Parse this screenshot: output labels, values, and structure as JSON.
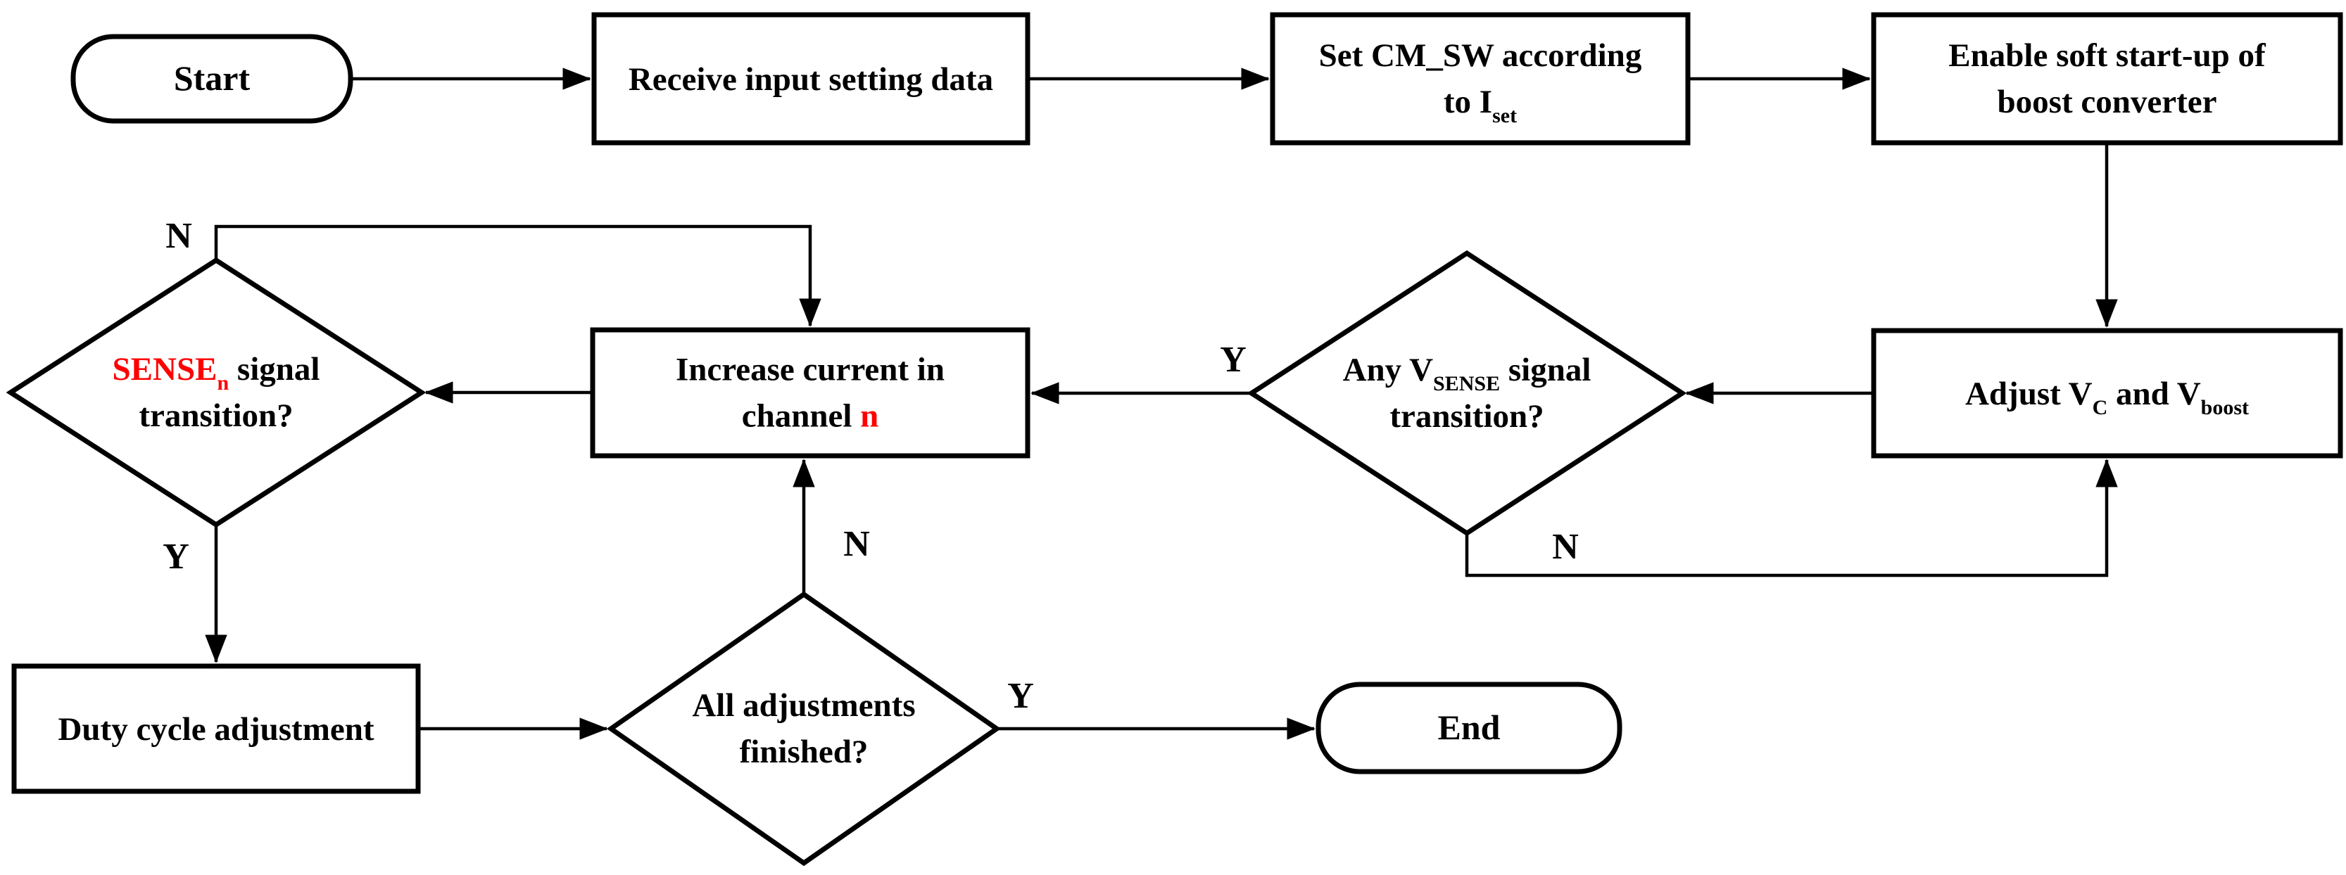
{
  "figure": {
    "type": "flowchart",
    "description": "Start-up and adjustment flow chart of a multi-channel LED driver",
    "background": "#ffffff"
  },
  "colors": {
    "line": "#000000",
    "text": "#000000",
    "highlight_red": "#fe0000",
    "shape_fill": "#ffffff"
  },
  "nodes": [
    {
      "id": "start",
      "shape": "stadium",
      "label_lines": [
        [
          {
            "text": "Start"
          }
        ]
      ]
    },
    {
      "id": "receive-input",
      "shape": "rect",
      "label_lines": [
        [
          {
            "text": "Receive input setting data"
          }
        ]
      ]
    },
    {
      "id": "set-cmsw",
      "shape": "rect",
      "label_lines": [
        [
          {
            "text": "Set CM_SW according"
          }
        ],
        [
          {
            "text": "to I"
          },
          {
            "text": "set",
            "sub": true
          }
        ]
      ]
    },
    {
      "id": "enable-soft-start",
      "shape": "rect",
      "label_lines": [
        [
          {
            "text": "Enable soft start-up of"
          }
        ],
        [
          {
            "text": "boost converter"
          }
        ]
      ]
    },
    {
      "id": "adjust-vc-vboost",
      "shape": "rect",
      "label_lines": [
        [
          {
            "text": "Adjust V"
          },
          {
            "text": "C",
            "sub": true
          },
          {
            "text": " and V"
          },
          {
            "text": "boost",
            "sub": true
          }
        ]
      ]
    },
    {
      "id": "any-vsense",
      "shape": "diamond",
      "label_lines": [
        [
          {
            "text": "Any V"
          },
          {
            "text": "SENSE",
            "sub": true
          },
          {
            "text": " signal"
          }
        ],
        [
          {
            "text": "transition?"
          }
        ]
      ]
    },
    {
      "id": "increase-current",
      "shape": "rect",
      "label_lines": [
        [
          {
            "text": "Increase current in"
          }
        ],
        [
          {
            "text": "channel "
          },
          {
            "text": "n",
            "red": true
          }
        ]
      ]
    },
    {
      "id": "sense-n",
      "shape": "diamond",
      "label_lines": [
        [
          {
            "text": "SENSE",
            "red": true
          },
          {
            "text": "n",
            "sub": true,
            "red": true
          },
          {
            "text": " signal"
          }
        ],
        [
          {
            "text": "transition?"
          }
        ]
      ]
    },
    {
      "id": "duty-cycle",
      "shape": "rect",
      "label_lines": [
        [
          {
            "text": "Duty cycle adjustment"
          }
        ]
      ]
    },
    {
      "id": "all-adjustments",
      "shape": "diamond",
      "label_lines": [
        [
          {
            "text": "All adjustments"
          }
        ],
        [
          {
            "text": "finished?"
          }
        ]
      ]
    },
    {
      "id": "end",
      "shape": "stadium",
      "label_lines": [
        [
          {
            "text": "End"
          }
        ]
      ]
    }
  ],
  "edges": [
    {
      "from": "start",
      "to": "receive-input",
      "label": ""
    },
    {
      "from": "receive-input",
      "to": "set-cmsw",
      "label": ""
    },
    {
      "from": "set-cmsw",
      "to": "enable-soft-start",
      "label": ""
    },
    {
      "from": "enable-soft-start",
      "to": "adjust-vc-vboost",
      "label": ""
    },
    {
      "from": "adjust-vc-vboost",
      "to": "any-vsense",
      "label": ""
    },
    {
      "from": "any-vsense",
      "to": "increase-current",
      "label": "Y"
    },
    {
      "from": "any-vsense",
      "to": "adjust-vc-vboost",
      "label": "N"
    },
    {
      "from": "increase-current",
      "to": "sense-n",
      "label": ""
    },
    {
      "from": "sense-n",
      "to": "increase-current",
      "label": "N"
    },
    {
      "from": "sense-n",
      "to": "duty-cycle",
      "label": "Y"
    },
    {
      "from": "duty-cycle",
      "to": "all-adjustments",
      "label": ""
    },
    {
      "from": "all-adjustments",
      "to": "increase-current",
      "label": "N"
    },
    {
      "from": "all-adjustments",
      "to": "end",
      "label": "Y"
    }
  ]
}
